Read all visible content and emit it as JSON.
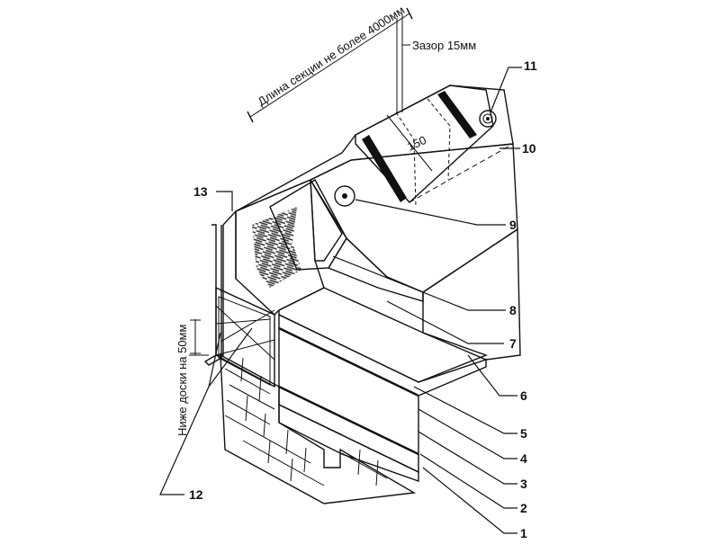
{
  "callouts": {
    "c1": "1",
    "c2": "2",
    "c3": "3",
    "c4": "4",
    "c5": "5",
    "c6": "6",
    "c7": "7",
    "c8": "8",
    "c9": "9",
    "c10": "10",
    "c11": "11",
    "c12": "12",
    "c13": "13"
  },
  "dimensions": {
    "section_length": "Длина секции не более 4000мм",
    "gap": "Зазор 15мм",
    "below_board": "Ниже доски на 50мм",
    "overlap": "150"
  }
}
